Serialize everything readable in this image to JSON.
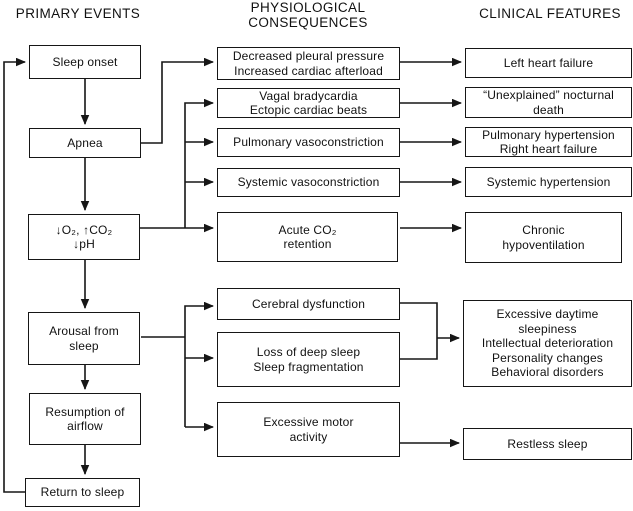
{
  "headings": {
    "primary_events": "PRIMARY EVENTS",
    "physiological_line1": "PHYSIOLOGICAL",
    "physiological_line2": "CONSEQUENCES",
    "clinical_features": "CLINICAL FEATURES"
  },
  "colors": {
    "ink": "#161616",
    "background": "#ffffff"
  },
  "boxes": {
    "sleep_onset": {
      "lines": [
        "Sleep onset"
      ]
    },
    "apnea": {
      "lines": [
        "Apnea"
      ]
    },
    "blood_gas": {
      "lines": [
        "↓O₂, ↑CO₂",
        "↓pH"
      ]
    },
    "arousal": {
      "lines": [
        "Arousal from",
        "sleep"
      ]
    },
    "resumption": {
      "lines": [
        "Resumption of",
        "airflow"
      ]
    },
    "return_sleep": {
      "lines": [
        "Return to sleep"
      ]
    },
    "pleural": {
      "lines": [
        "Decreased pleural pressure",
        "Increased cardiac afterload"
      ]
    },
    "vagal": {
      "lines": [
        "Vagal bradycardia",
        "Ectopic cardiac beats"
      ]
    },
    "pulmonary_vaso": {
      "lines": [
        "Pulmonary vasoconstriction"
      ]
    },
    "systemic_vaso": {
      "lines": [
        "Systemic vasoconstriction"
      ]
    },
    "acute_co2": {
      "lines": [
        "Acute CO₂",
        "retention"
      ]
    },
    "cerebral": {
      "lines": [
        "Cerebral dysfunction"
      ]
    },
    "loss_deep_sleep": {
      "lines": [
        "Loss of deep sleep",
        "Sleep fragmentation"
      ]
    },
    "motor": {
      "lines": [
        "Excessive motor",
        "activity"
      ]
    },
    "left_heart": {
      "lines": [
        "Left heart failure"
      ]
    },
    "unexplained": {
      "lines": [
        "“Unexplained” nocturnal",
        "death"
      ]
    },
    "pulmonary_ht": {
      "lines": [
        "Pulmonary hypertension",
        "Right heart failure"
      ]
    },
    "systemic_ht": {
      "lines": [
        "Systemic hypertension"
      ]
    },
    "chronic_hypovent": {
      "lines": [
        "Chronic",
        "hypoventilation"
      ]
    },
    "daytime": {
      "lines": [
        "Excessive daytime",
        "sleepiness",
        "Intellectual deterioration",
        "Personality changes",
        "Behavioral disorders"
      ]
    },
    "restless": {
      "lines": [
        "Restless sleep"
      ]
    }
  }
}
